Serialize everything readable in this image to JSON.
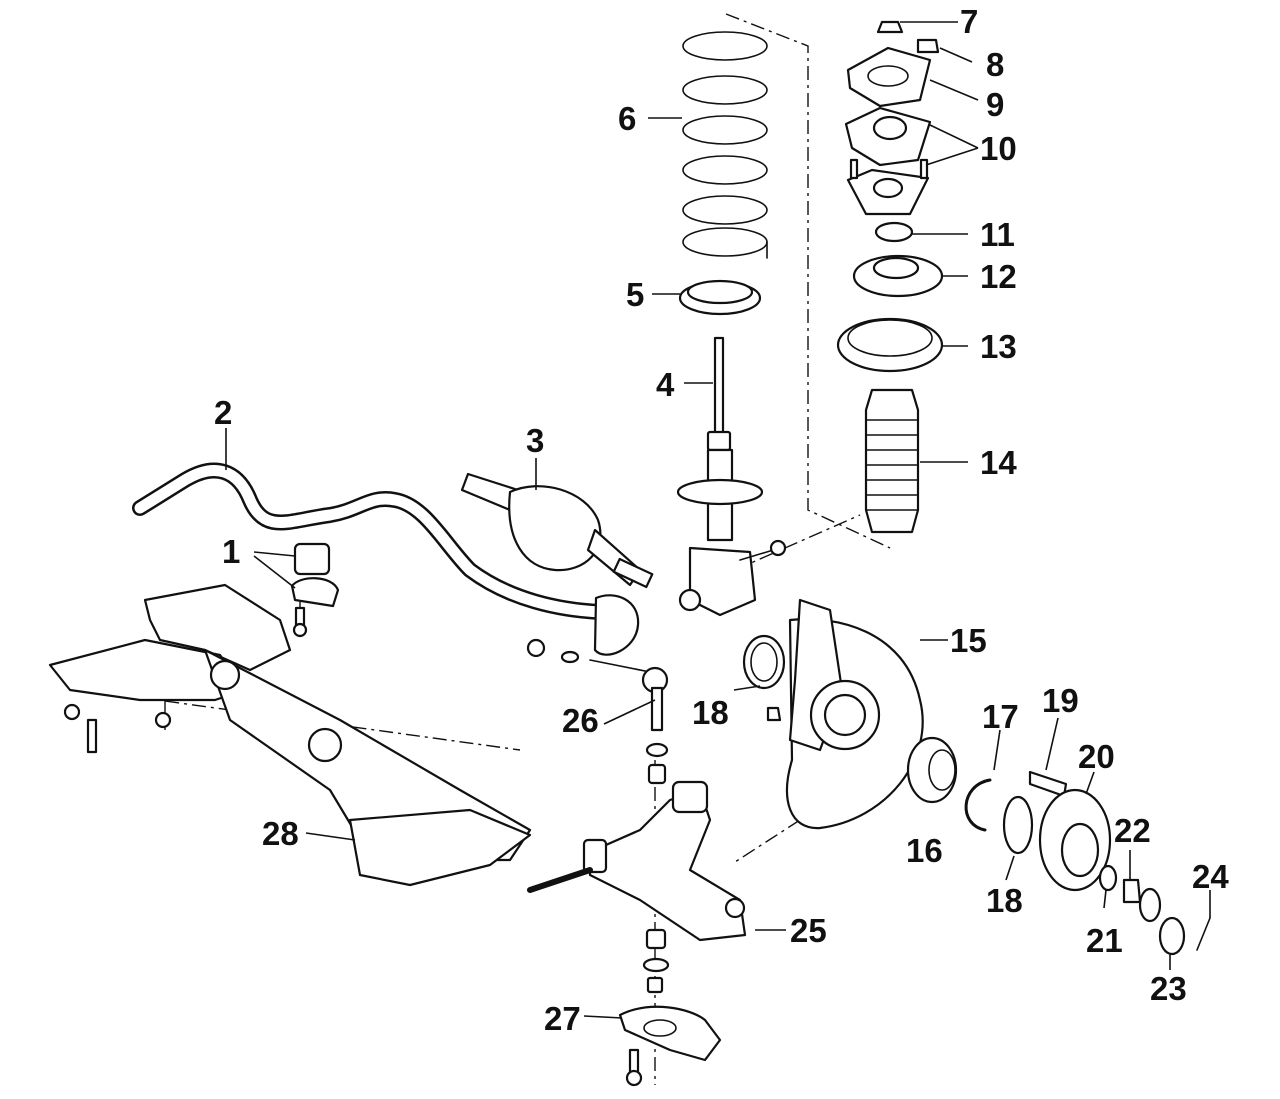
{
  "diagram": {
    "callouts": [
      {
        "id": "1",
        "label": "1"
      },
      {
        "id": "2",
        "label": "2"
      },
      {
        "id": "3",
        "label": "3"
      },
      {
        "id": "4",
        "label": "4"
      },
      {
        "id": "5",
        "label": "5"
      },
      {
        "id": "6",
        "label": "6"
      },
      {
        "id": "7",
        "label": "7"
      },
      {
        "id": "8",
        "label": "8"
      },
      {
        "id": "9",
        "label": "9"
      },
      {
        "id": "10",
        "label": "10"
      },
      {
        "id": "11",
        "label": "11"
      },
      {
        "id": "12",
        "label": "12"
      },
      {
        "id": "13",
        "label": "13"
      },
      {
        "id": "14",
        "label": "14"
      },
      {
        "id": "15",
        "label": "15"
      },
      {
        "id": "16",
        "label": "16"
      },
      {
        "id": "17",
        "label": "17"
      },
      {
        "id": "18a",
        "label": "18"
      },
      {
        "id": "18b",
        "label": "18"
      },
      {
        "id": "19",
        "label": "19"
      },
      {
        "id": "20",
        "label": "20"
      },
      {
        "id": "21",
        "label": "21"
      },
      {
        "id": "22",
        "label": "22"
      },
      {
        "id": "23",
        "label": "23"
      },
      {
        "id": "24",
        "label": "24"
      },
      {
        "id": "25",
        "label": "25"
      },
      {
        "id": "26",
        "label": "26"
      },
      {
        "id": "27",
        "label": "27"
      },
      {
        "id": "28",
        "label": "28"
      }
    ]
  }
}
